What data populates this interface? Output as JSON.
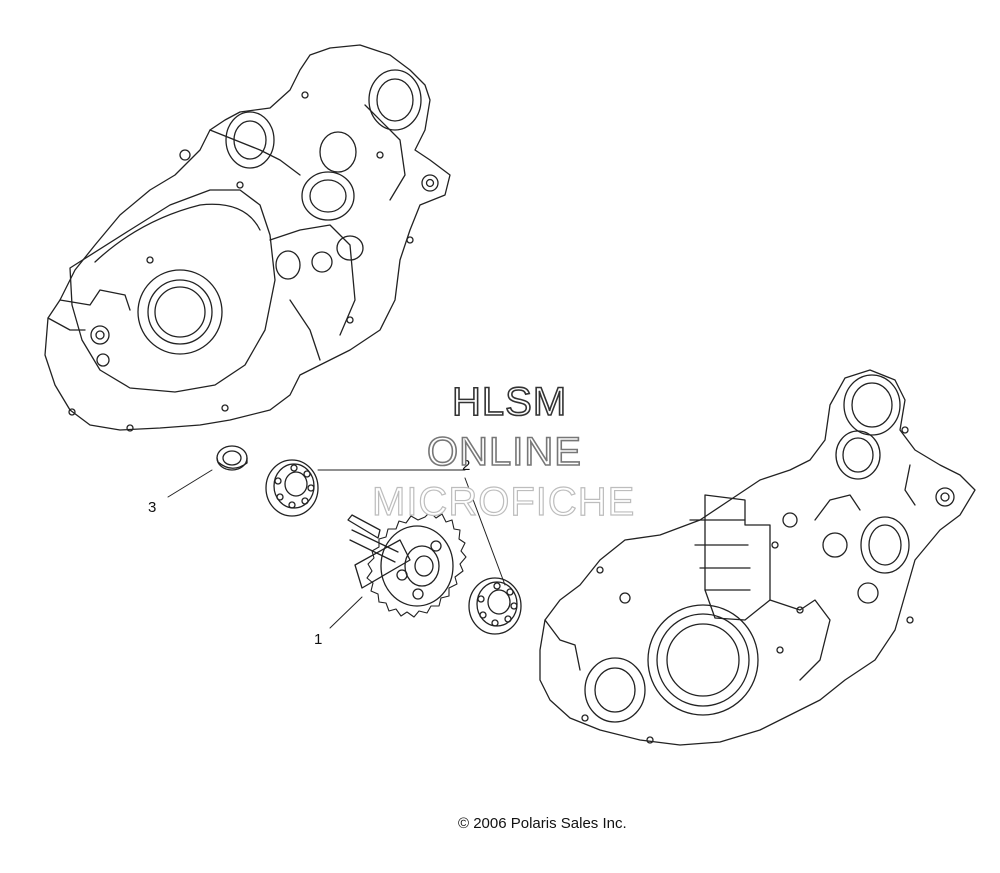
{
  "callouts": [
    {
      "id": "1",
      "label": "1"
    },
    {
      "id": "2",
      "label": "2"
    },
    {
      "id": "3",
      "label": "3"
    }
  ],
  "watermark": {
    "line1": "HLSM",
    "line2": "ONLINE",
    "line3": "MICROFICHE"
  },
  "copyright": "© 2006 Polaris Sales Inc.",
  "colors": {
    "line": "#222222",
    "background": "#ffffff"
  }
}
